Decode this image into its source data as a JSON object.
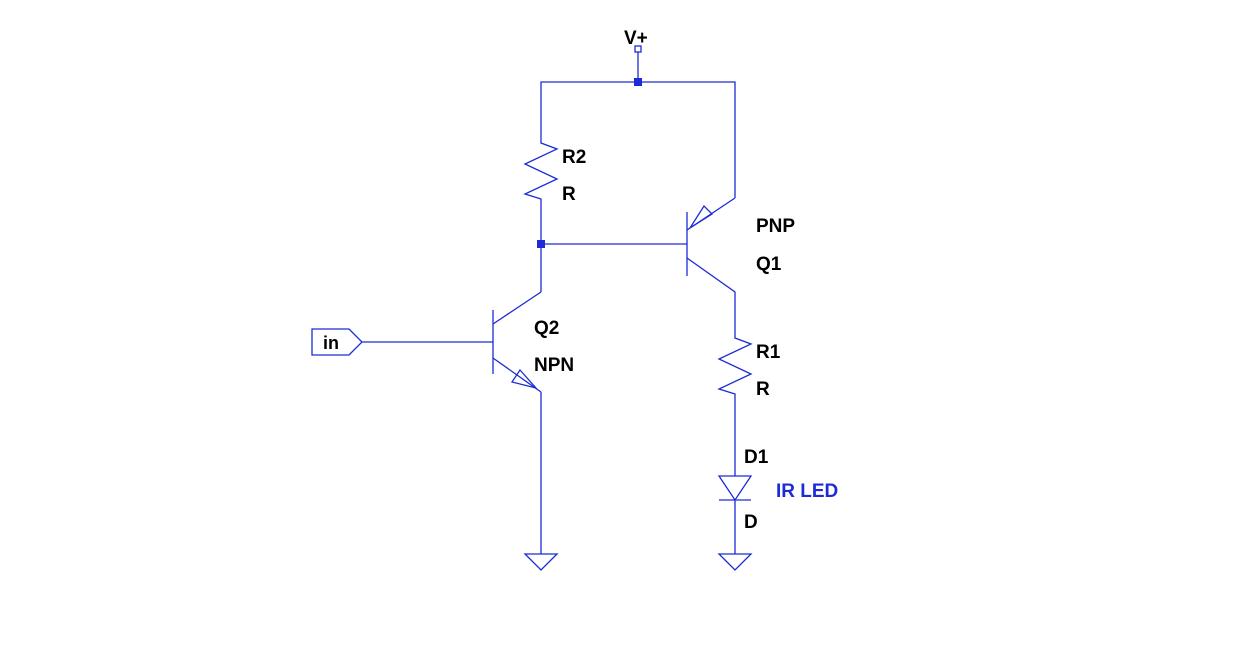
{
  "schematic": {
    "supply": {
      "label": "V+"
    },
    "input_port": {
      "label": "in"
    },
    "resistor_r2": {
      "name": "R2",
      "value": "R"
    },
    "resistor_r1": {
      "name": "R1",
      "value": "R"
    },
    "transistor_q1": {
      "type": "PNP",
      "name": "Q1"
    },
    "transistor_q2": {
      "name": "Q2",
      "type": "NPN"
    },
    "diode_d1": {
      "name": "D1",
      "comment": "IR LED",
      "value": "D"
    },
    "colors": {
      "wire": "#1d2bd6",
      "label": "#000000",
      "comment": "#1d2bd6",
      "background": "#ffffff"
    }
  }
}
